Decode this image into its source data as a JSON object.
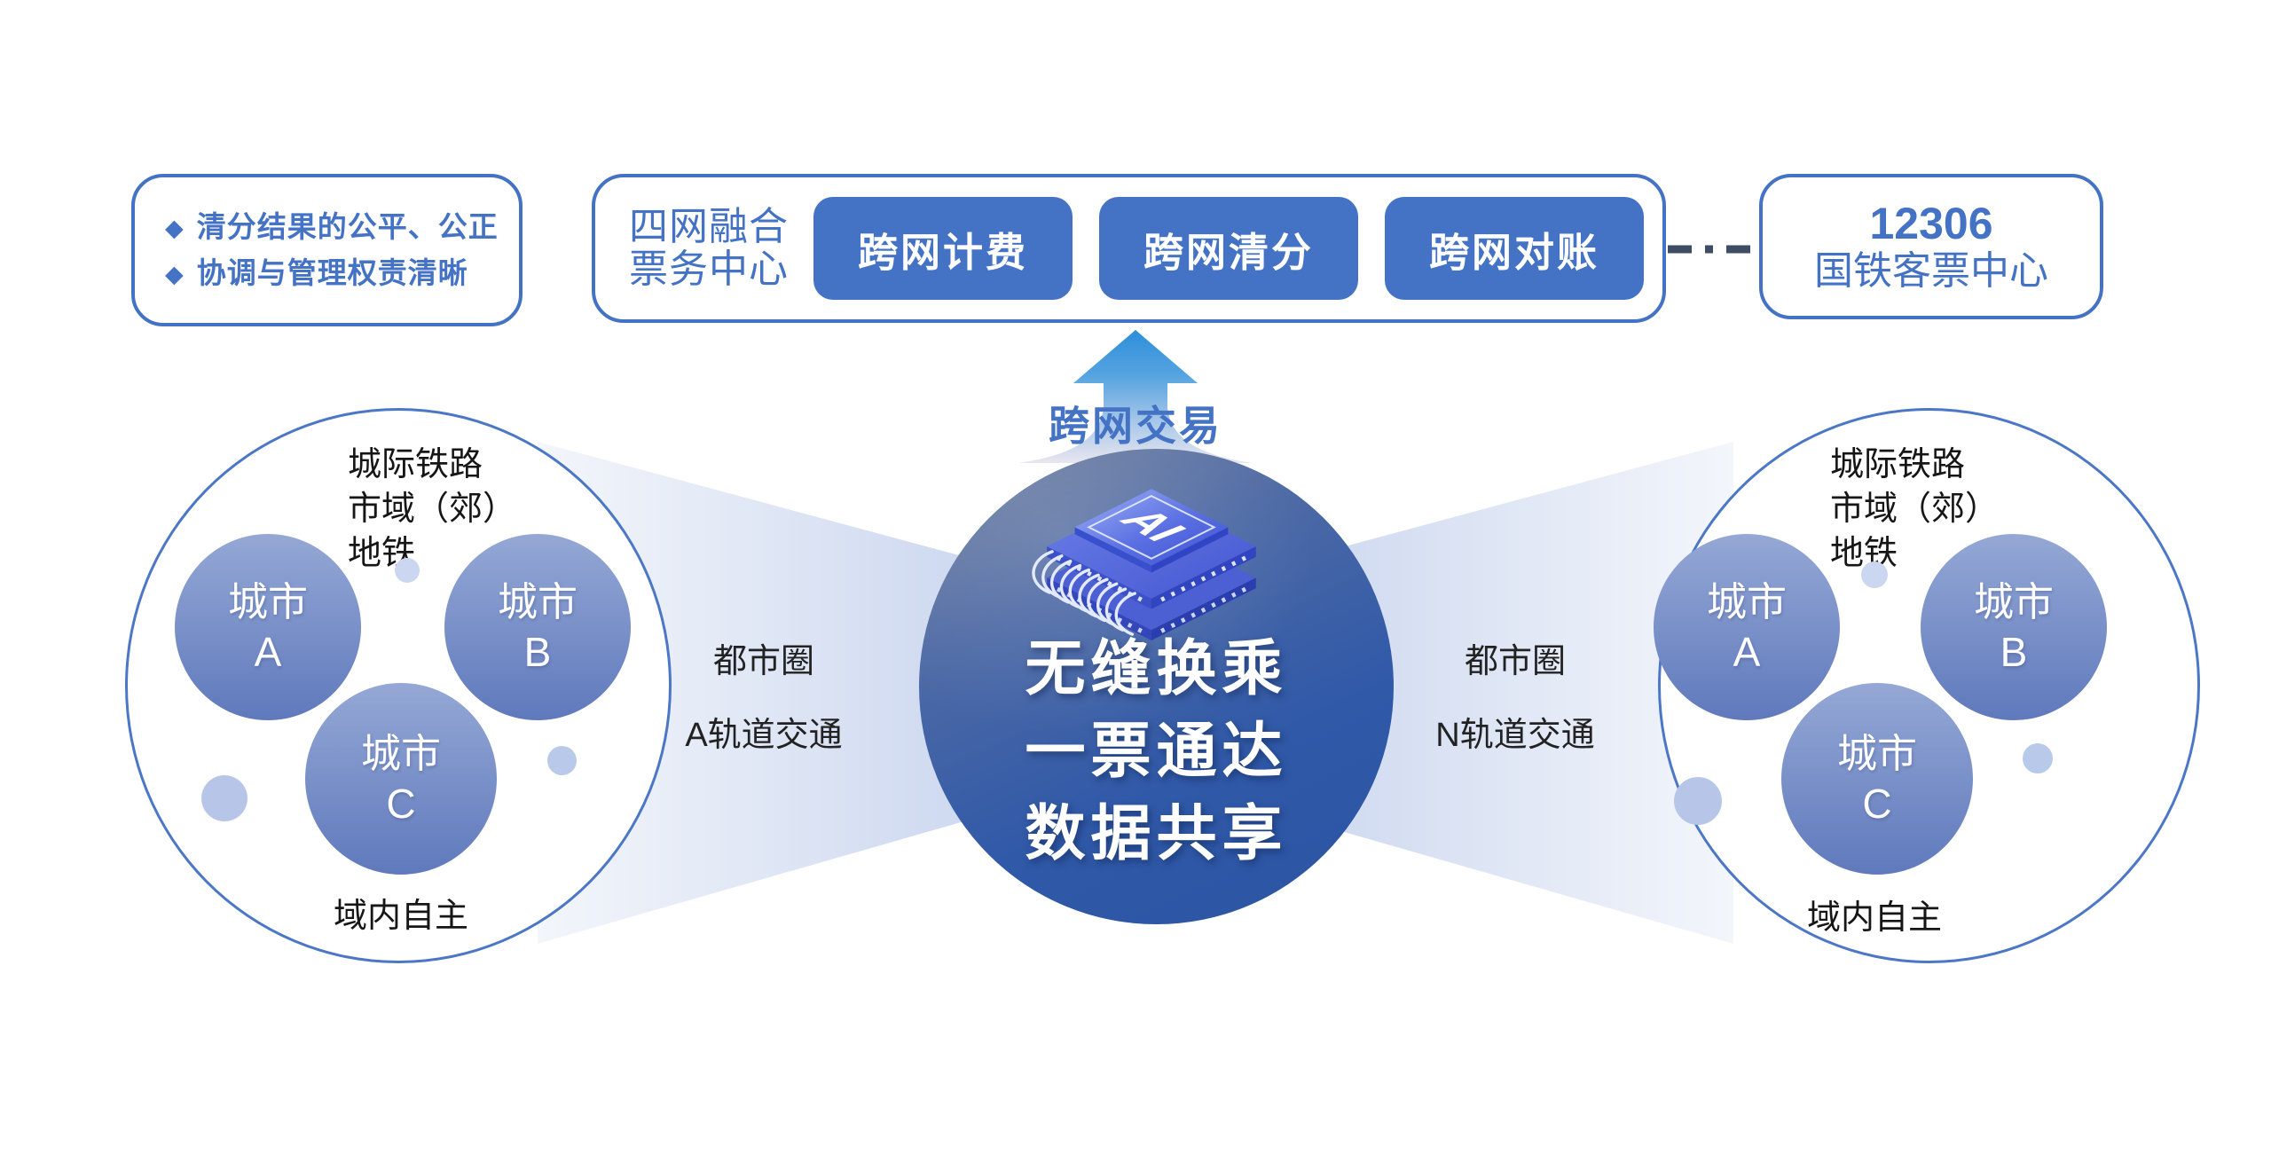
{
  "principles_box": {
    "items": [
      {
        "bullet": "◆",
        "text": "清分结果的公平、公正"
      },
      {
        "bullet": "◆",
        "text": "协调与管理权责清晰"
      }
    ]
  },
  "ticket_center_box": {
    "name_line1": "四网融合",
    "name_line2": "票务中心",
    "buttons": [
      {
        "label": "跨网计费"
      },
      {
        "label": "跨网清分"
      },
      {
        "label": "跨网对账"
      }
    ]
  },
  "railway_box": {
    "code": "12306",
    "name": "国铁客票中心"
  },
  "center": {
    "arrow_label": "跨网交易",
    "chip_label": "AI",
    "slogan_lines": [
      "无缝换乘",
      "一票通达",
      "数据共享"
    ]
  },
  "left_cluster": {
    "header_lines": [
      "城际铁路",
      "市域（郊）",
      "地铁"
    ],
    "cities": [
      {
        "name": "城市",
        "id": "A"
      },
      {
        "name": "城市",
        "id": "B"
      },
      {
        "name": "城市",
        "id": "C"
      }
    ],
    "footer": "域内自主",
    "link_line1": "都市圈",
    "link_line2": "A轨道交通"
  },
  "right_cluster": {
    "header_lines": [
      "城际铁路",
      "市域（郊）",
      "地铁"
    ],
    "cities": [
      {
        "name": "城市",
        "id": "A"
      },
      {
        "name": "城市",
        "id": "B"
      },
      {
        "name": "城市",
        "id": "C"
      }
    ],
    "footer": "域内自主",
    "link_line1": "都市圈",
    "link_line2": "N轨道交通"
  },
  "palette": {
    "primary_blue": "#4472C4",
    "button_blue": "#4472C4",
    "connector_dark": "#3E4D63",
    "center_circle_deep": "#2B54A3",
    "city_circle_top": "#95A8D5",
    "city_circle_bottom": "#5F79BC",
    "beam_light": "#F3F6FB",
    "beam_dark": "#C8D4EE",
    "arrow_blue": "#2E8FD9"
  }
}
